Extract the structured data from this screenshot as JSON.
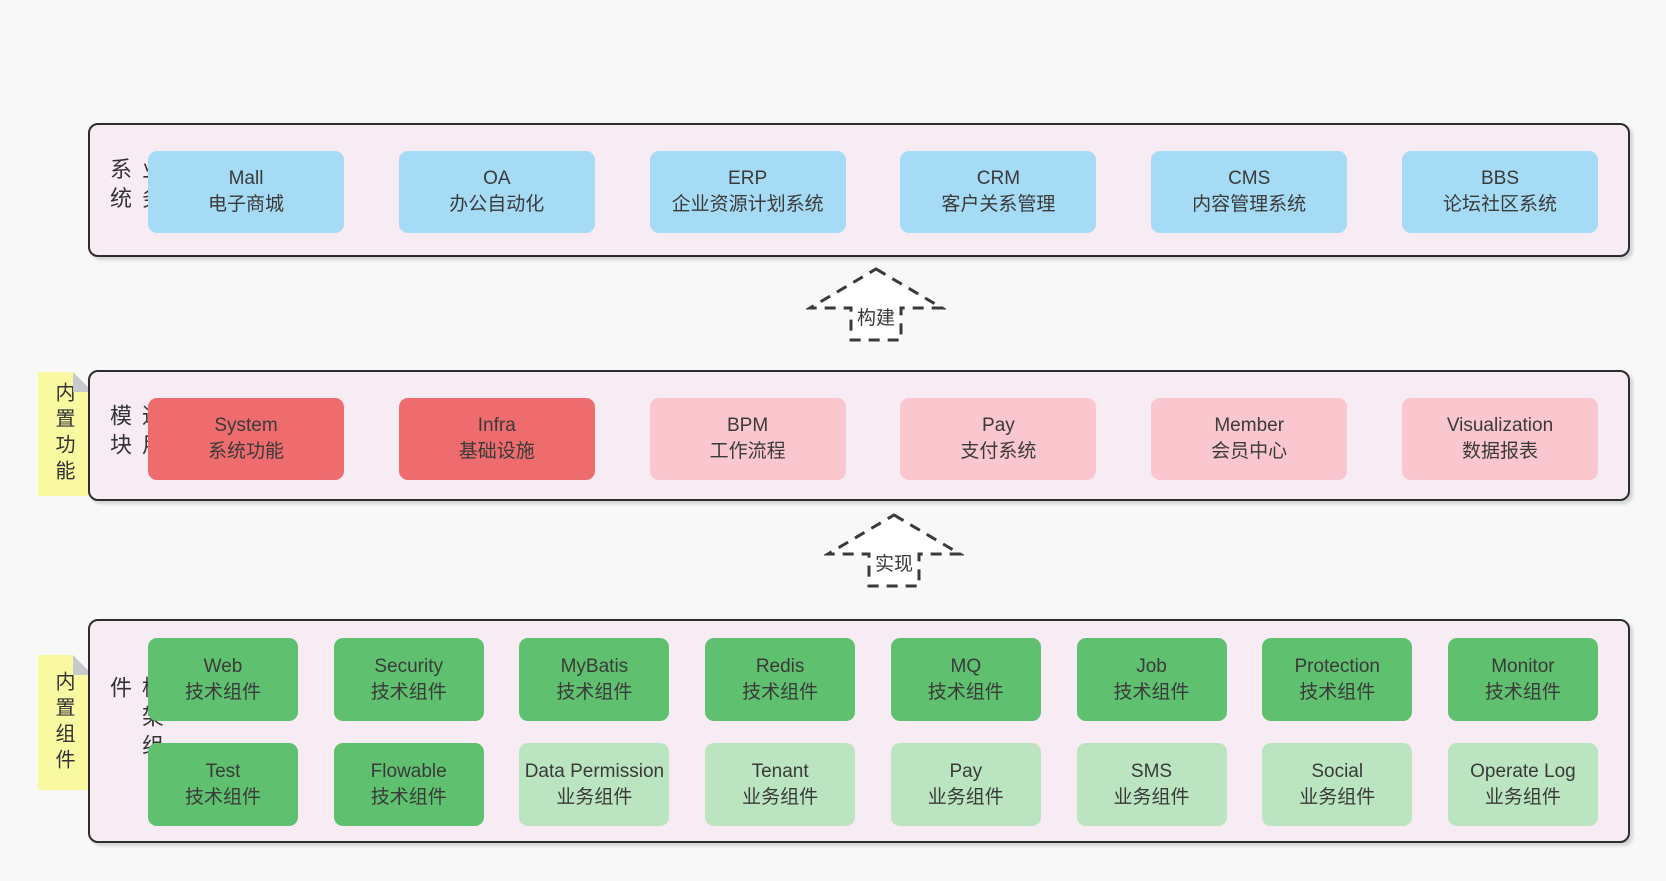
{
  "colors": {
    "page_bg": "#f8f8f8",
    "band_bg": "#f7ebf4",
    "band_border": "#2d2d2d",
    "blue_box": "#a6dbf5",
    "red_box": "#ee6c6e",
    "pink_box": "#fac7ce",
    "green_box": "#5fc06f",
    "light_green_box": "#bbe5c0",
    "sticky_yellow": "#f9f9a1",
    "sticky_fold_gray": "#c6cacc",
    "text": "#3a3a3a"
  },
  "arrows": [
    {
      "icon": "dashed-up-block-arrow",
      "label": "构建"
    },
    {
      "icon": "dashed-up-block-arrow",
      "label": "实现"
    }
  ],
  "bands": [
    {
      "label": "业务系统",
      "boxes": [
        {
          "en": "Mall",
          "zh": "电子商城"
        },
        {
          "en": "OA",
          "zh": "办公自动化"
        },
        {
          "en": "ERP",
          "zh": "企业资源计划系统"
        },
        {
          "en": "CRM",
          "zh": "客户关系管理"
        },
        {
          "en": "CMS",
          "zh": "内容管理系统"
        },
        {
          "en": "BBS",
          "zh": "论坛社区系统"
        }
      ]
    },
    {
      "label": "通用模块",
      "sticky": "内置功能",
      "boxes": [
        {
          "en": "System",
          "zh": "系统功能"
        },
        {
          "en": "Infra",
          "zh": "基础设施"
        },
        {
          "en": "BPM",
          "zh": "工作流程"
        },
        {
          "en": "Pay",
          "zh": "支付系统"
        },
        {
          "en": "Member",
          "zh": "会员中心"
        },
        {
          "en": "Visualization",
          "zh": "数据报表"
        }
      ]
    },
    {
      "label": "框架组件",
      "sticky": "内置组件",
      "rows": [
        [
          {
            "en": "Web",
            "zh": "技术组件"
          },
          {
            "en": "Security",
            "zh": "技术组件"
          },
          {
            "en": "MyBatis",
            "zh": "技术组件"
          },
          {
            "en": "Redis",
            "zh": "技术组件"
          },
          {
            "en": "MQ",
            "zh": "技术组件"
          },
          {
            "en": "Job",
            "zh": "技术组件"
          },
          {
            "en": "Protection",
            "zh": "技术组件"
          },
          {
            "en": "Monitor",
            "zh": "技术组件"
          }
        ],
        [
          {
            "en": "Test",
            "zh": "技术组件"
          },
          {
            "en": "Flowable",
            "zh": "技术组件"
          },
          {
            "en": "Data Permission",
            "zh": "业务组件"
          },
          {
            "en": "Tenant",
            "zh": "业务组件"
          },
          {
            "en": "Pay",
            "zh": "业务组件"
          },
          {
            "en": "SMS",
            "zh": "业务组件"
          },
          {
            "en": "Social",
            "zh": "业务组件"
          },
          {
            "en": "Operate Log",
            "zh": "业务组件"
          }
        ]
      ]
    }
  ]
}
